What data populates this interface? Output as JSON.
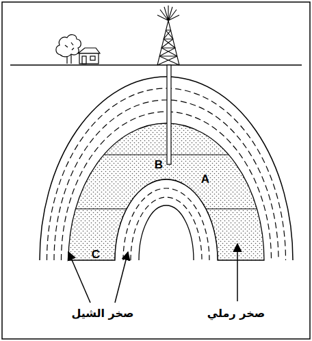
{
  "diagram": {
    "labels": [
      "B",
      "A",
      "C",
      "صخر الشيل",
      "صخر رملي"
    ]
  }
}
